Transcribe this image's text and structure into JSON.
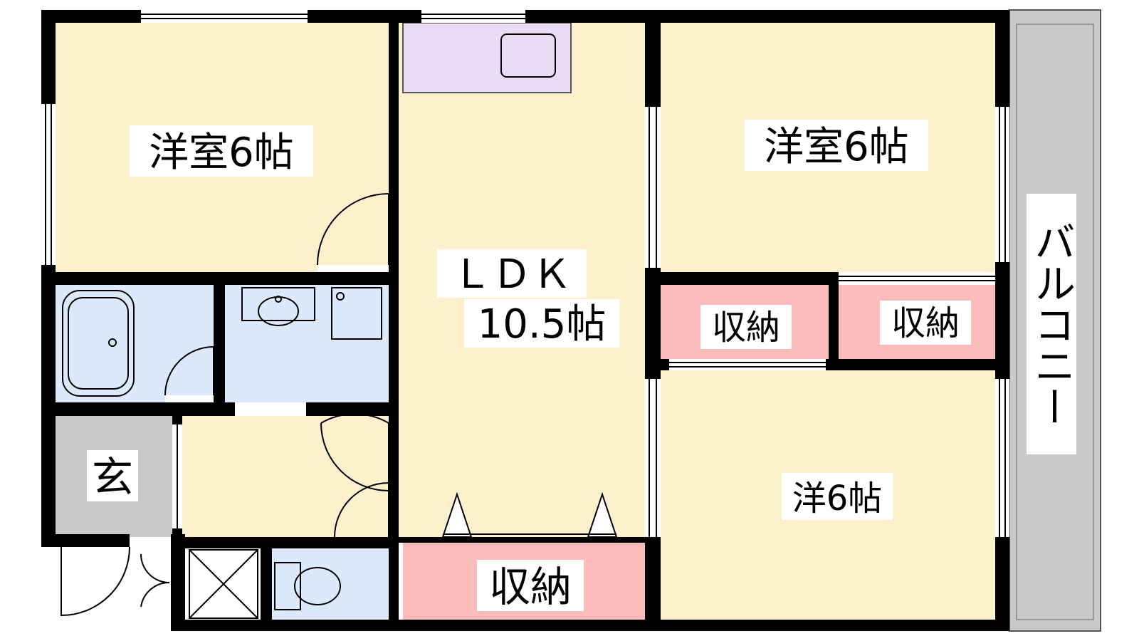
{
  "rooms": {
    "western_top_left": "洋室6帖",
    "western_top_right": "洋室6帖",
    "ldk_line1": "ＬＤＫ",
    "ldk_line2": "10.5帖",
    "western_bottom_right": "洋6帖",
    "storage_mid_left": "収納",
    "storage_mid_right": "収納",
    "storage_bottom": "収納",
    "entrance": "玄",
    "balcony": "バルコニー"
  },
  "colors": {
    "wall": "#000000",
    "room_beige": "#fdf1cd",
    "storage_pink": "#fbbcbc",
    "wet_blue": "#dbe9fb",
    "kitchen_lavender": "#eadcf5",
    "entrance_gray": "#c9c9c9",
    "balcony_gray": "#c9c9c9"
  }
}
